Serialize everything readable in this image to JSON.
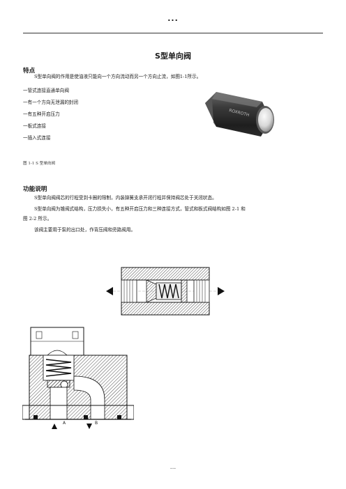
{
  "header": {
    "dots": "..."
  },
  "title": "S型单向阀",
  "features": {
    "heading": "特点",
    "intro": "S型单向阀的作用是使油液只能向一个方向流动而另一个方向止流，如图1-1所示。",
    "items": [
      "一管式连接直通单向阀",
      "一有一个方向无泄漏的封闭",
      "一有五种开启压力",
      "一板式连接",
      "一插入式连接"
    ]
  },
  "figure1": {
    "caption": "图 1-1  S 型单向阀"
  },
  "function": {
    "heading": "功能说明",
    "p1": "S型单向阀阀芯的行程受到卡圈的限制，内装弹簧支承开闭行程并保持阀芯处于关闭状态。",
    "p2a": "S型单向阀为锥阀式结构，压力损失小，有五种开启压力和三种连接方式，管式和板式阀结构如图 2-1 和",
    "p2b": "图 2-2 所示。",
    "p3": "该阀主要用于泵的出口处，作背压阀和旁路阀用。"
  },
  "diagram": {
    "port_a": "A",
    "port_b": "B"
  },
  "footer": {
    "dots": "..."
  }
}
